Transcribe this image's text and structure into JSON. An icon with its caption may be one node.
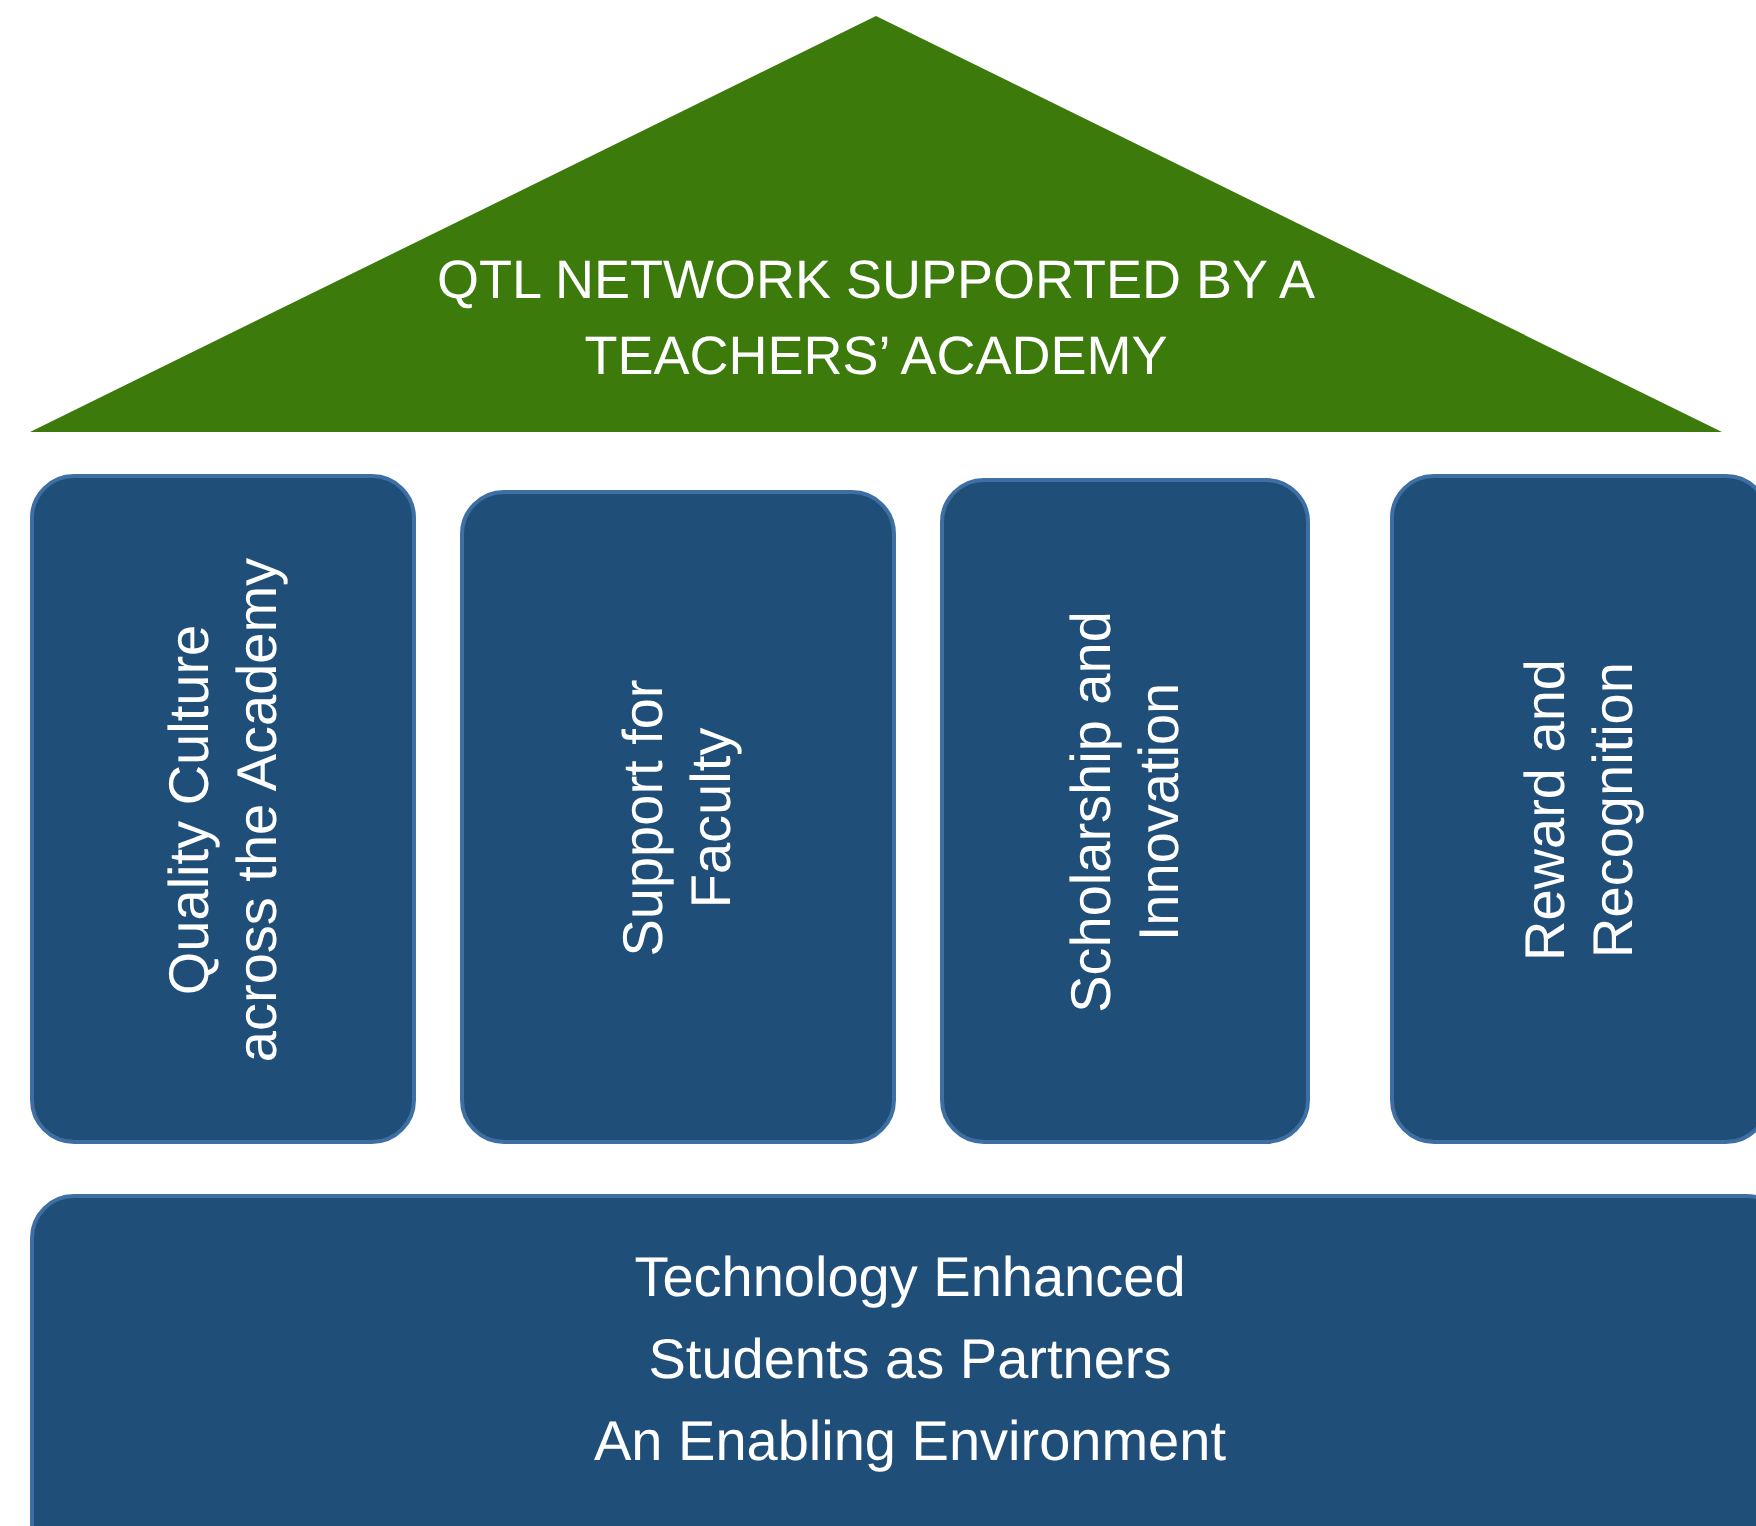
{
  "diagram": {
    "nodes": [
      {
        "text": [
          "QTL NETWORK SUPPORTED BY A TEACHERS’ ACADEMY"
        ]
      },
      {
        "text": [
          "Quality Culture across the Academy"
        ]
      },
      {
        "text": [
          "Support for Faculty"
        ]
      },
      {
        "text": [
          "Scholarship and Innovation"
        ]
      },
      {
        "text": [
          "Reward and Recognition"
        ]
      },
      {
        "text": [
          "Technology Enhanced",
          "Students as Partners",
          "An Enabling Environment"
        ]
      }
    ]
  }
}
